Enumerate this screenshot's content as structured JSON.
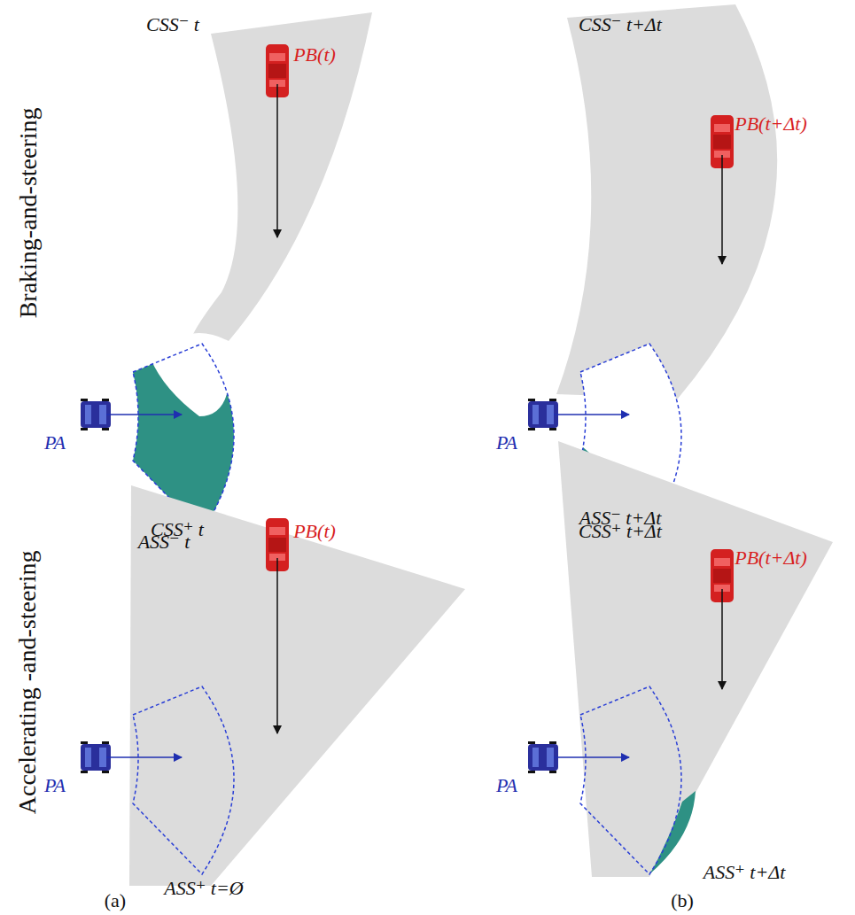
{
  "diagram": {
    "labels": [
      "Braking-and-steering",
      "Accelerating -and-steering",
      "CSS⁻ t",
      "PB(t)",
      "PA",
      "ASS⁻ t",
      "CSS⁻ t+Δt",
      "PB(t+Δt)",
      "PA",
      "ASS⁻ t+Δt",
      "CSS⁺ t",
      "PB(t)",
      "PA",
      "ASS⁺ t=Ø",
      "CSS⁺ t+Δt",
      "PB(t+Δt)",
      "PA",
      "ASS⁺ t+Δt",
      "(a)",
      "(b)"
    ]
  }
}
